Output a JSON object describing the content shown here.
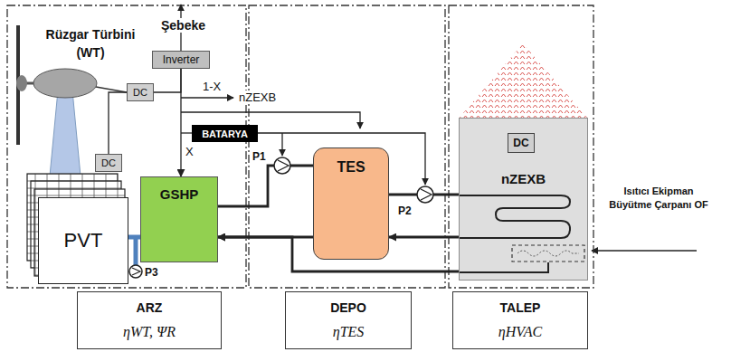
{
  "diagram": {
    "nodes": [
      {
        "text": [
          "Inverter"
        ]
      },
      {
        "text": [
          "DC"
        ]
      },
      {
        "text": [
          "BATARYA"
        ]
      },
      {
        "text": [
          "nZEXB"
        ]
      },
      {
        "text": [
          "DC"
        ],
        "in": 3
      },
      {
        "text": [
          "DC"
        ]
      },
      {
        "text": [
          "GSHP"
        ]
      },
      {
        "text": [
          "TES"
        ]
      },
      {
        "text": [
          "PVT"
        ]
      },
      {
        "text": [
          "ARZ",
          "ηWT, ΨR"
        ]
      },
      {
        "text": [
          "DEPO",
          "ηTES"
        ]
      },
      {
        "text": [
          "TALEP",
          "ηHVAC"
        ]
      }
    ],
    "edges": [
      {
        "from": 1,
        "to": 0,
        "arrow": "none"
      },
      {
        "from": 0,
        "to": 6,
        "arrow": "to",
        "label": "X"
      },
      {
        "from": 5,
        "to": 1,
        "arrow": "none"
      },
      {
        "from": 6,
        "to": 7,
        "arrow": "none"
      },
      {
        "from": 7,
        "to": 6,
        "arrow": "to"
      },
      {
        "from": 7,
        "to": 3,
        "arrow": "none"
      },
      {
        "from": 3,
        "to": 7,
        "arrow": "to"
      },
      {
        "from": 3,
        "to": 6,
        "arrow": "to"
      },
      {
        "from": 8,
        "to": 6,
        "arrow": "none"
      }
    ],
    "labels": [
      "Rüzgar Türbini (WT)",
      "Şebeke",
      "1-X",
      "nZEXB",
      "P1",
      "P2",
      "P3",
      "Isıtıcı Ekipman Büyütme Çarpanı OF"
    ]
  }
}
